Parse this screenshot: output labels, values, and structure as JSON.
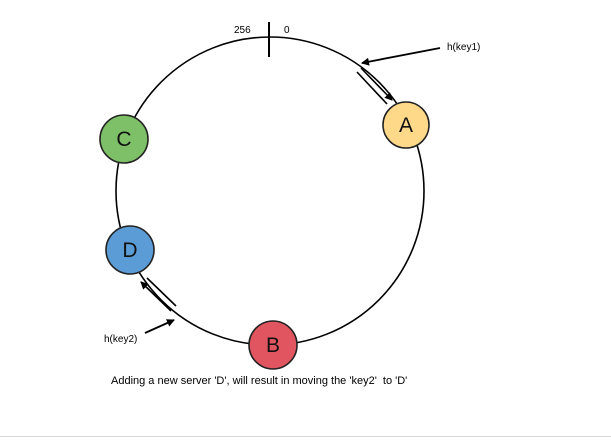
{
  "ring": {
    "label_max": "256",
    "label_zero": "0"
  },
  "nodes": [
    {
      "id": "A",
      "label": "A",
      "fill": "#ffd98a"
    },
    {
      "id": "B",
      "label": "B",
      "fill": "#e0555f"
    },
    {
      "id": "C",
      "label": "C",
      "fill": "#7dc067"
    },
    {
      "id": "D",
      "label": "D",
      "fill": "#5b9bd6"
    }
  ],
  "keys": [
    {
      "id": "key1",
      "label": "h(key1)"
    },
    {
      "id": "key2",
      "label": "h(key2)"
    }
  ],
  "caption": "Adding a new server 'D', will result in moving the 'key2'  to 'D'"
}
